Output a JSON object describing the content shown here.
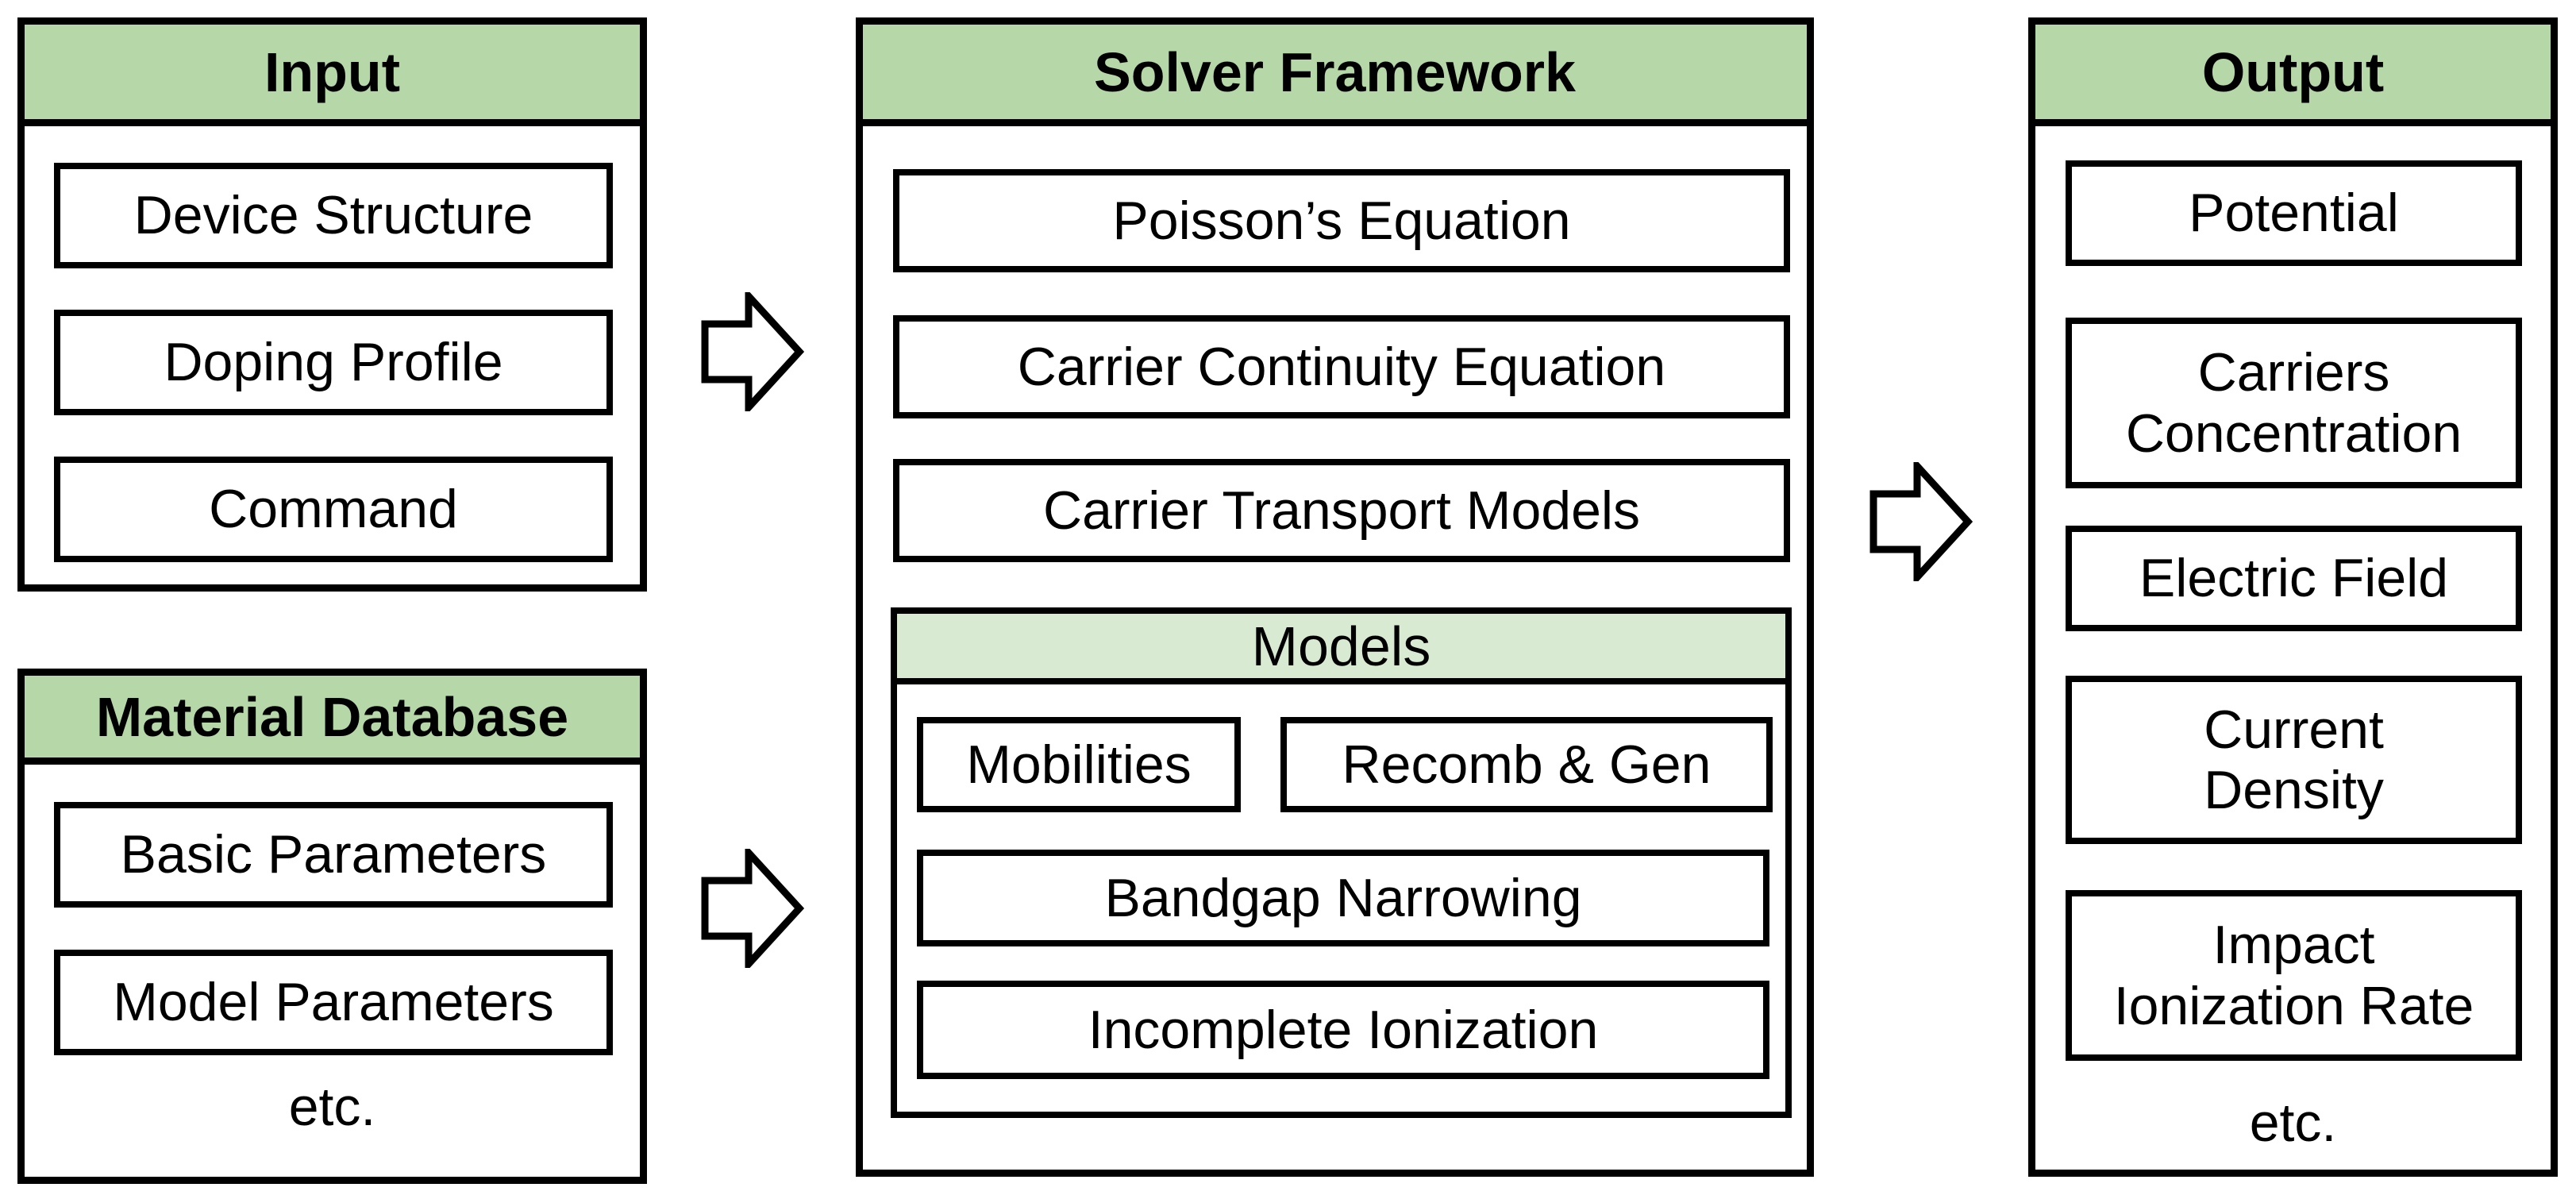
{
  "colors": {
    "header_green": "#b6d7a8",
    "models_header_green": "#d9ead3",
    "border_black": "#000000",
    "background": "#ffffff"
  },
  "panels": {
    "input": {
      "title": "Input",
      "items": [
        "Device Structure",
        "Doping Profile",
        "Command"
      ]
    },
    "material_database": {
      "title": "Material Database",
      "items": [
        "Basic Parameters",
        "Model Parameters"
      ],
      "footer": "etc."
    },
    "solver_framework": {
      "title": "Solver Framework",
      "items": [
        "Poisson’s Equation",
        "Carrier Continuity Equation",
        "Carrier Transport Models"
      ],
      "models": {
        "title": "Models",
        "items": [
          "Mobilities",
          "Recomb & Gen",
          "Bandgap Narrowing",
          "Incomplete Ionization"
        ]
      }
    },
    "output": {
      "title": "Output",
      "items": [
        "Potential",
        "Carriers\nConcentration",
        "Electric Field",
        "Current\nDensity",
        "Impact\nIonization Rate"
      ],
      "footer": "etc."
    }
  },
  "arrows": [
    {
      "name": "input-to-solver",
      "icon": "block-arrow-right-icon"
    },
    {
      "name": "material-database-to-solver",
      "icon": "block-arrow-right-icon"
    },
    {
      "name": "solver-to-output",
      "icon": "block-arrow-right-icon"
    }
  ]
}
